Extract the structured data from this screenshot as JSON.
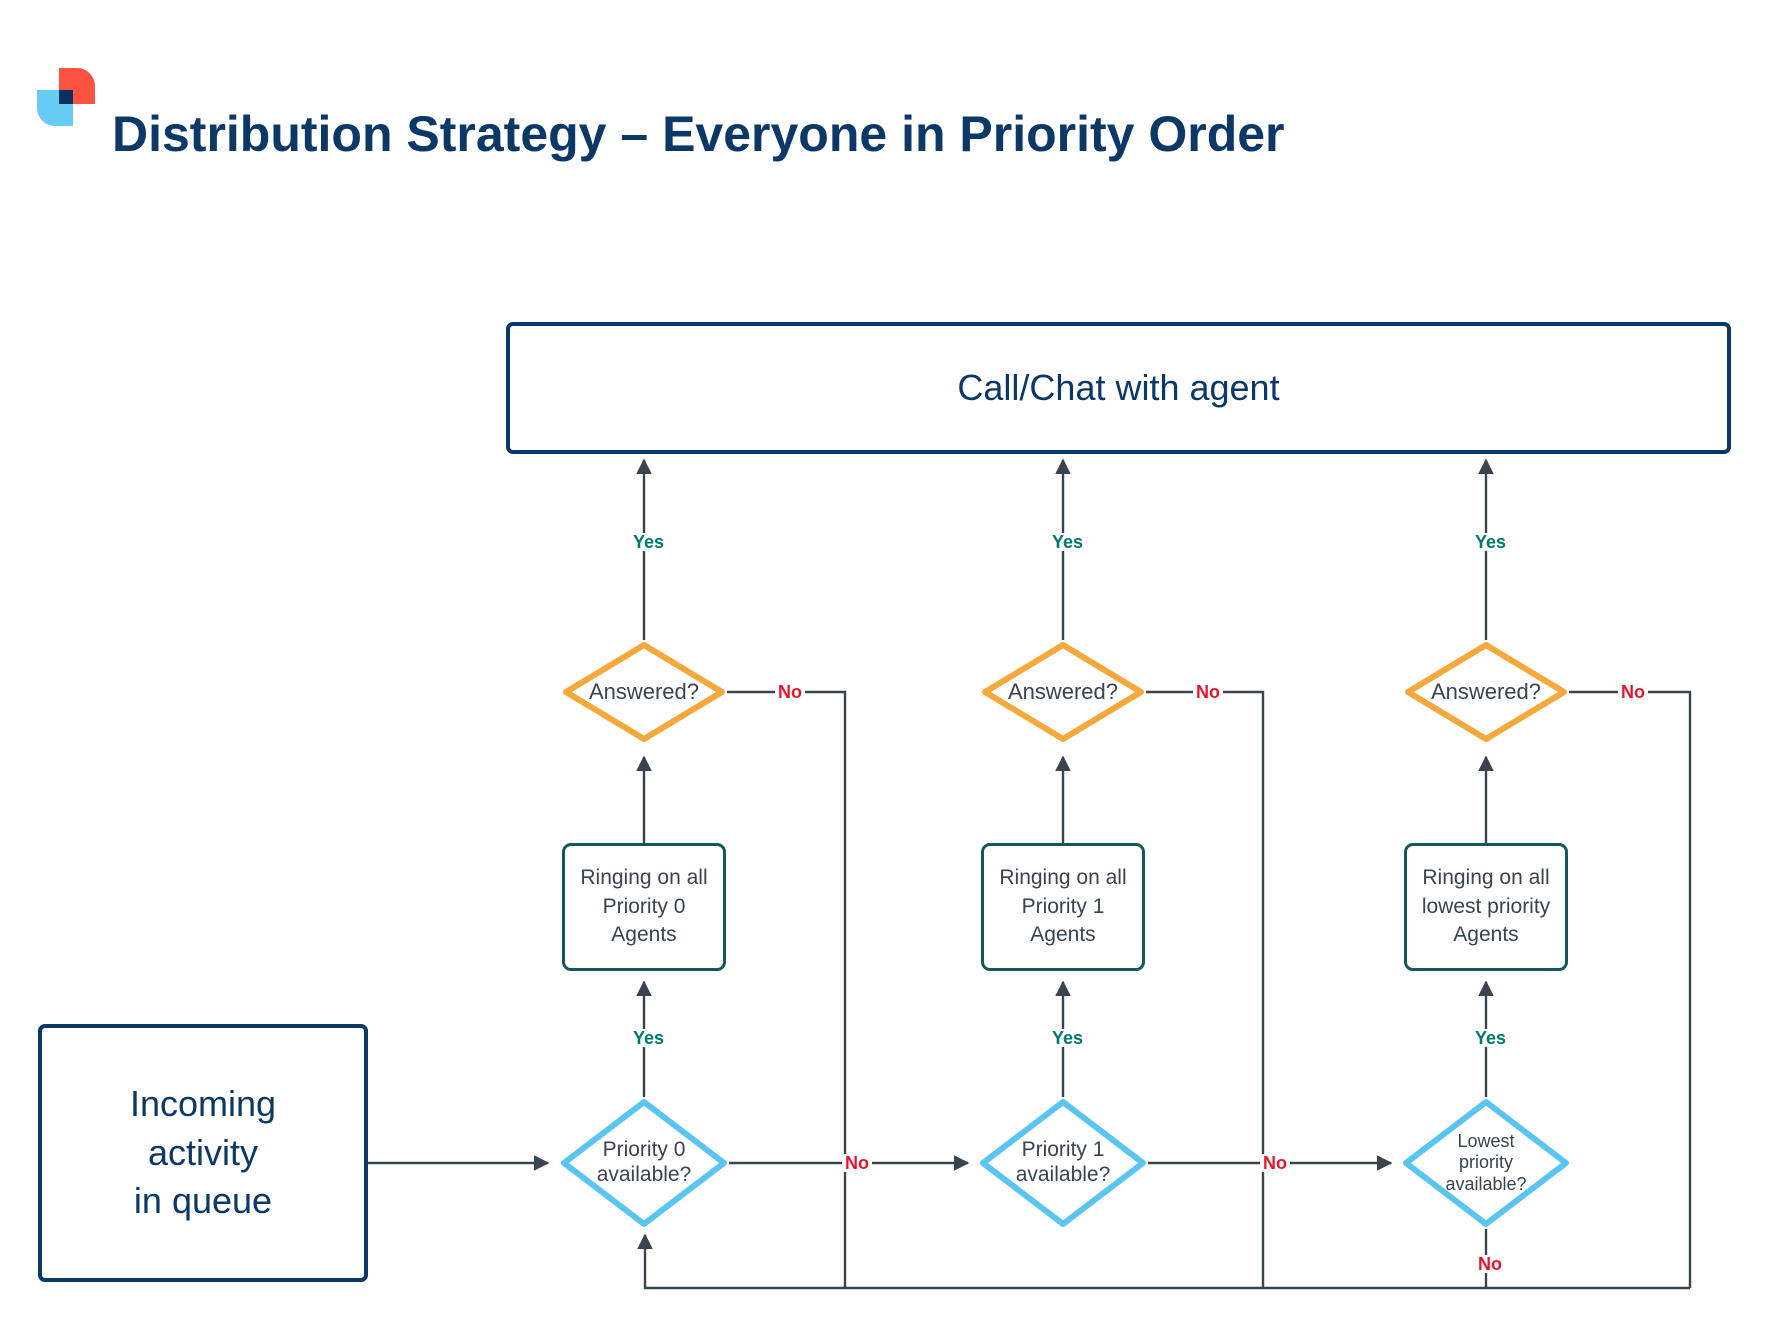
{
  "header": {
    "logo_name": "company-logo",
    "title": "Distribution Strategy – Everyone in Priority Order"
  },
  "colors": {
    "title_navy": "#0B3866",
    "logo_red": "#FC5242",
    "logo_blue": "#68CBF5",
    "logo_navy": "#0A3161",
    "terminal_border": "#0B3866",
    "process_border": "#14585C",
    "answered_border": "#F5A93C",
    "available_border": "#5BC5F2",
    "yes_label": "#00786B",
    "no_label": "#E8142B",
    "connector": "#3A4350",
    "node_text": "#3A4350"
  },
  "flow": {
    "start_node": {
      "id": "incoming-activity",
      "label": "Incoming\nactivity\nin queue",
      "lines": [
        "Incoming",
        "activity",
        "in queue"
      ],
      "shape": "rounded-rectangle"
    },
    "end_node": {
      "id": "call-chat-with-agent",
      "label": "Call/Chat with agent",
      "shape": "rounded-rectangle"
    },
    "columns": [
      {
        "index": 0,
        "availability_decision": {
          "id": "priority-0-available",
          "lines": [
            "Priority 0",
            "available?"
          ],
          "shape": "diamond"
        },
        "ringing_process": {
          "id": "ringing-priority-0-agents",
          "lines": [
            "Ringing on all",
            "Priority 0",
            "Agents"
          ],
          "shape": "rounded-rectangle"
        },
        "answered_decision": {
          "id": "answered-0",
          "label": "Answered?",
          "shape": "diamond"
        },
        "yes_to_ringing": "Yes",
        "yes_to_agent": "Yes",
        "no_from_available": "No",
        "no_from_answered": "No"
      },
      {
        "index": 1,
        "availability_decision": {
          "id": "priority-1-available",
          "lines": [
            "Priority 1",
            "available?"
          ],
          "shape": "diamond"
        },
        "ringing_process": {
          "id": "ringing-priority-1-agents",
          "lines": [
            "Ringing on all",
            "Priority 1",
            "Agents"
          ],
          "shape": "rounded-rectangle"
        },
        "answered_decision": {
          "id": "answered-1",
          "label": "Answered?",
          "shape": "diamond"
        },
        "yes_to_ringing": "Yes",
        "yes_to_agent": "Yes",
        "no_from_available": "No",
        "no_from_answered": "No"
      },
      {
        "index": 2,
        "availability_decision": {
          "id": "lowest-priority-available",
          "lines": [
            "Lowest",
            "priority",
            "available?"
          ],
          "shape": "diamond"
        },
        "ringing_process": {
          "id": "ringing-lowest-priority-agents",
          "lines": [
            "Ringing on all",
            "lowest priority",
            "Agents"
          ],
          "shape": "rounded-rectangle"
        },
        "answered_decision": {
          "id": "answered-2",
          "label": "Answered?",
          "shape": "diamond"
        },
        "yes_to_ringing": "Yes",
        "yes_to_agent": "Yes",
        "no_from_available": "No",
        "no_from_answered": "No"
      }
    ]
  }
}
